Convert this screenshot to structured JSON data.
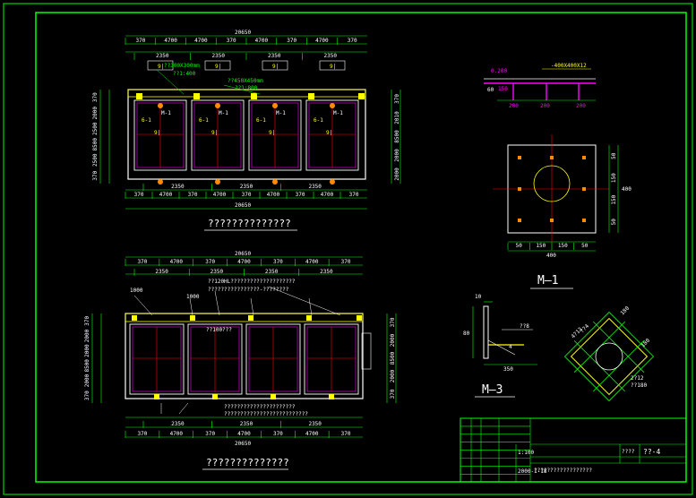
{
  "frame_color": "#00ff00",
  "colors": {
    "wall": "#ffffff",
    "column": "#ff00ff",
    "axis": "#ff0000",
    "dim": "#00ff00",
    "note": "#ffff00",
    "pad": "#ff8c00"
  },
  "top_plan": {
    "title": "??????????????",
    "total_dim": "20650",
    "top_segments": [
      "370",
      "4700",
      "4700",
      "370",
      "4700",
      "370",
      "4700",
      "370"
    ],
    "inner_segments": [
      "2350",
      "2350",
      "2350",
      "2350"
    ],
    "bottom_segments": [
      "370",
      "4700",
      "370",
      "4700",
      "370",
      "4700",
      "370",
      "4700",
      "370"
    ],
    "bottom_inner": [
      "2350",
      "2350",
      "2350"
    ],
    "left_dims": [
      "370",
      "2000",
      "2500",
      "8500",
      "2500",
      "370"
    ],
    "right_dims": [
      "370",
      "2010",
      "8500",
      "2000",
      "2000"
    ],
    "notes": [
      "??300X300mm",
      "??1:400",
      "??450X450mm",
      "??1:800"
    ],
    "member_labels": [
      "M-1",
      "M-1",
      "M-1",
      "M-1"
    ],
    "small_labels": [
      "6-1",
      "6-1",
      "6-1",
      "6-1"
    ],
    "tags": [
      "9|",
      "9|",
      "9|",
      "9|"
    ]
  },
  "bottom_plan": {
    "title": "??????????????",
    "total_dim": "20650",
    "top_segments": [
      "370",
      "4700",
      "370",
      "4700",
      "370",
      "4700",
      "370"
    ],
    "inner_segments": [
      "2350",
      "2350",
      "2350",
      "2350"
    ],
    "bottom_segments": [
      "370",
      "4700",
      "370",
      "4700",
      "370",
      "4700",
      "370"
    ],
    "left_dims": [
      "370",
      "2000",
      "2000",
      "8500",
      "2000",
      "370"
    ],
    "right_dims": [
      "370",
      "2000",
      "8500",
      "2000",
      "370"
    ],
    "notes": [
      "??120HL????????????????????",
      "????????????????-????????",
      "??100???",
      "1000",
      "1000"
    ],
    "bottom_notes": [
      "??????????????????????",
      "??????????????????????????"
    ]
  },
  "detail_m1": {
    "title": "M—1",
    "top_note": "-400X400X12",
    "pad_labels": [
      "200",
      "200",
      "200"
    ],
    "left_labels": [
      "0.200",
      "60",
      "150"
    ],
    "plate_dims_bottom": [
      "50",
      "150",
      "150",
      "50"
    ],
    "plate_dims_right": [
      "50",
      "150",
      "150",
      "50"
    ],
    "plate_total": "400",
    "plate_right_total": "400"
  },
  "detail_m3": {
    "title": "M—3",
    "dims": [
      "10",
      "80",
      "350"
    ],
    "note": "??8",
    "callout": "4"
  },
  "detail_rot": {
    "labels": [
      "4?12",
      "??4",
      "180",
      "180",
      "2?12",
      "??180"
    ]
  },
  "title_block": {
    "scale": "1:100",
    "date": "2000-1-18",
    "drawing_no": "??-4",
    "code": "????",
    "name": "??????????????????"
  }
}
